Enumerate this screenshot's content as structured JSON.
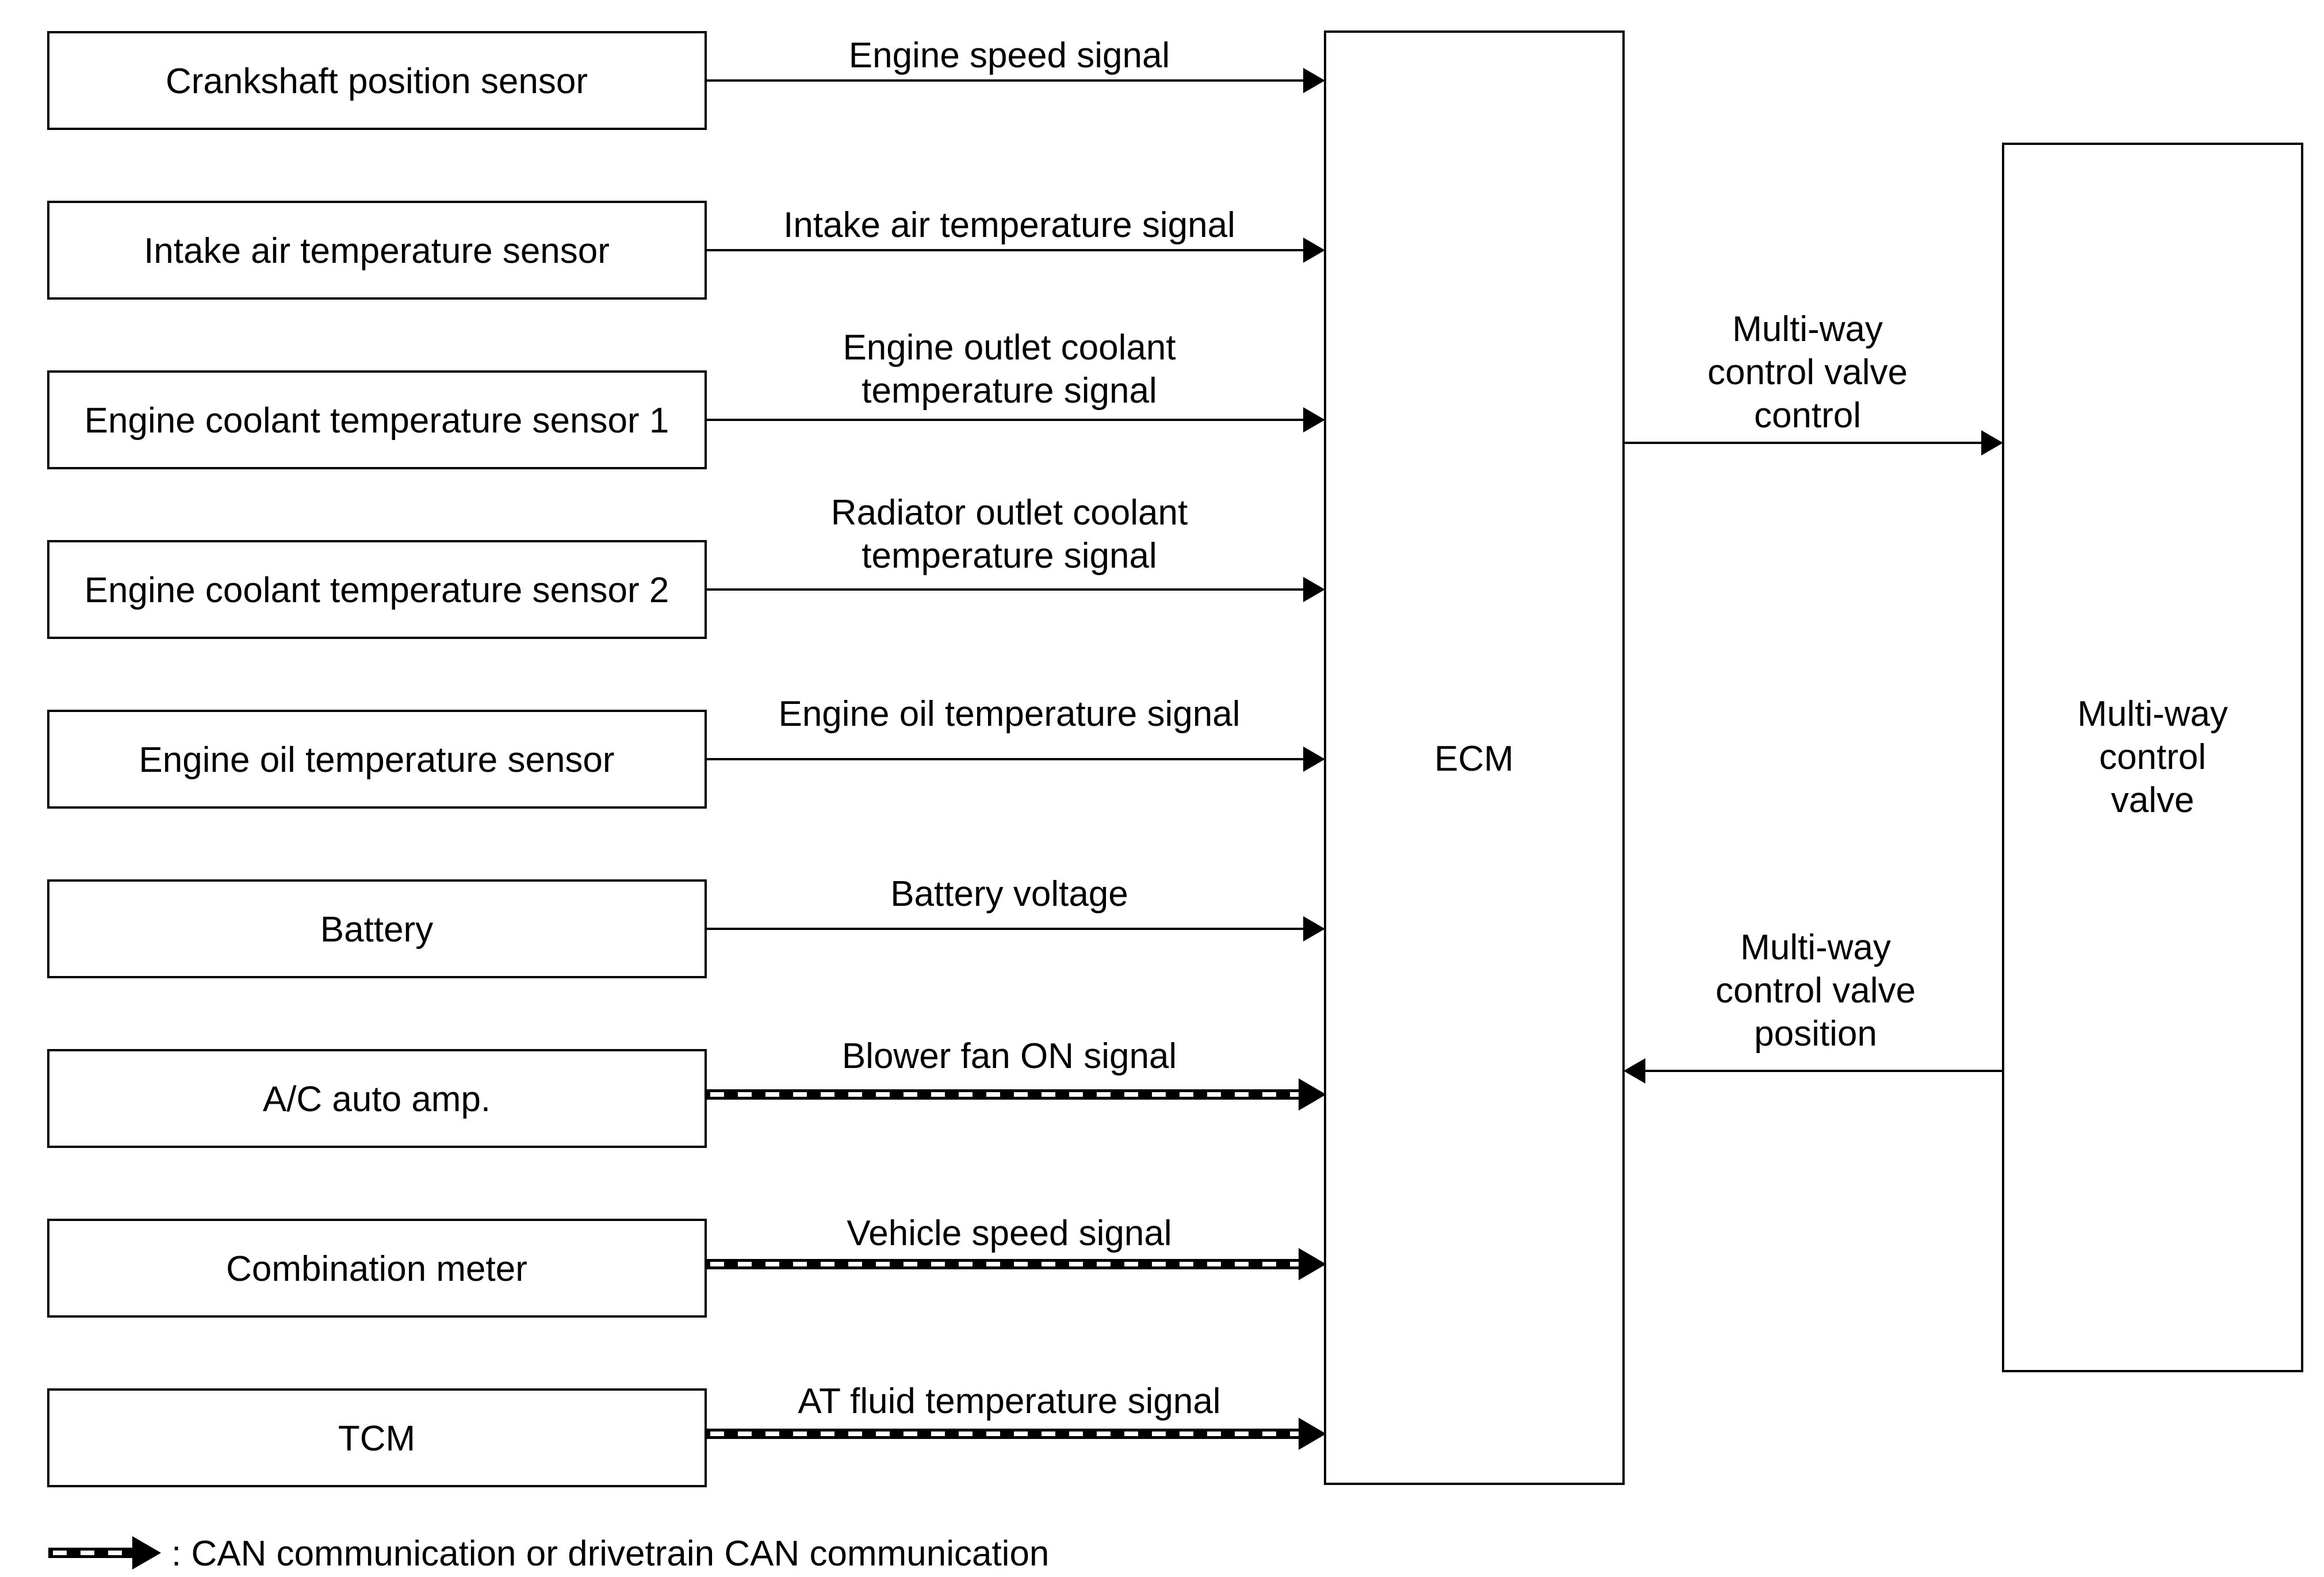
{
  "sensors": [
    {
      "label": "Crankshaft position sensor",
      "signal": [
        "Engine speed signal"
      ],
      "can": false
    },
    {
      "label": "Intake air temperature sensor",
      "signal": [
        "Intake air temperature signal"
      ],
      "can": false
    },
    {
      "label": "Engine coolant temperature sensor 1",
      "signal": [
        "Engine outlet coolant",
        "temperature signal"
      ],
      "can": false
    },
    {
      "label": "Engine coolant temperature sensor 2",
      "signal": [
        "Radiator outlet coolant",
        "temperature signal"
      ],
      "can": false
    },
    {
      "label": "Engine oil temperature sensor",
      "signal": [
        "Engine oil temperature signal"
      ],
      "can": false
    },
    {
      "label": "Battery",
      "signal": [
        "Battery voltage"
      ],
      "can": false
    },
    {
      "label": "A/C auto amp.",
      "signal": [
        "Blower fan ON signal"
      ],
      "can": true
    },
    {
      "label": "Combination meter",
      "signal": [
        "Vehicle speed signal"
      ],
      "can": true
    },
    {
      "label": "TCM",
      "signal": [
        "AT fluid temperature signal"
      ],
      "can": true
    }
  ],
  "ecm": {
    "label": "ECM"
  },
  "valve": {
    "label": [
      "Multi-way",
      "control",
      "valve"
    ]
  },
  "output_signal": [
    "Multi-way",
    "control valve",
    "control"
  ],
  "feedback_signal": [
    "Multi-way",
    "control valve",
    "position"
  ],
  "legend": {
    "text": ": CAN communication or drivetrain CAN communication"
  }
}
